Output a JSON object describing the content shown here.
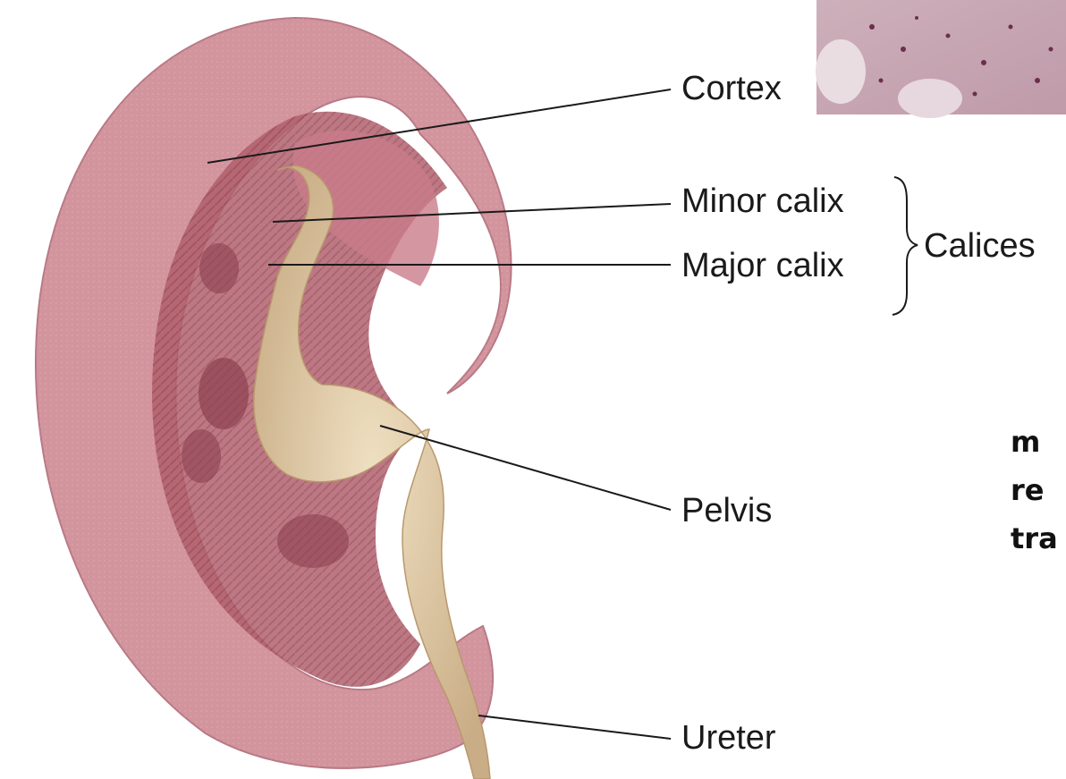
{
  "labels": {
    "cortex": "Cortex",
    "minor_calix": "Minor calix",
    "major_calix": "Major calix",
    "calices": "Calices",
    "pelvis": "Pelvis",
    "ureter": "Ureter"
  },
  "side_text": [
    "m",
    "re",
    "tra"
  ],
  "colors": {
    "kidney_outer": "#d98f9a",
    "kidney_inner": "#b8626f",
    "pelvis": "#dcc5a0",
    "histology_bg": "#c9aab5"
  }
}
